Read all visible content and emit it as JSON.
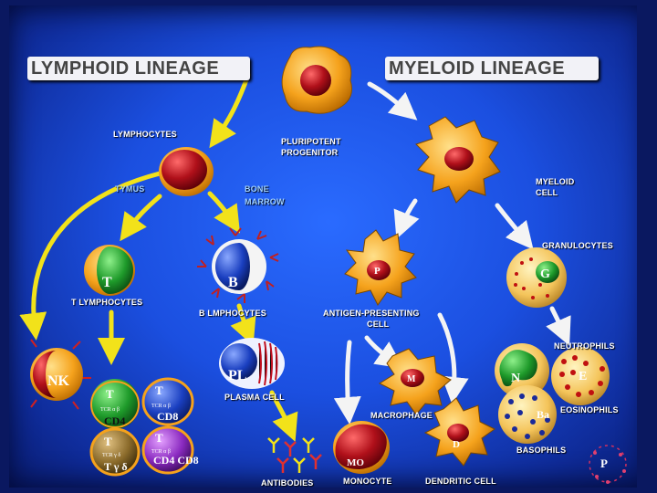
{
  "titles": {
    "lymphoid": "LYMPHOID LINEAGE",
    "myeloid": "MYELOID LINEAGE"
  },
  "labels": {
    "lymphocytes": "LYMPHOCYTES",
    "pluripotent_1": "PLURIPOTENT",
    "pluripotent_2": "PROGENITOR",
    "tymus": "TYMUS",
    "bone_1": "BONE",
    "bone_2": "MARROW",
    "myeloid_cell_1": "MYELOID",
    "myeloid_cell_2": "CELL",
    "granulocytes": "GRANULOCYTES",
    "t_lymphocytes": "T LYMPHOCYTES",
    "b_lymphocytes": "B LMPHOCYTES",
    "apc_1": "ANTIGEN-PRESENTING",
    "apc_2": "CELL",
    "neutrophils": "NEUTROPHILS",
    "plasma_cell": "PLASMA CELL",
    "macrophage": "MACROPHAGE",
    "eosinophils": "EOSINOPHILS",
    "basophils": "BASOPHILS",
    "antibodies": "ANTIBODIES",
    "monocyte": "MONOCYTE",
    "dendritic_cell": "DENDRITIC CELL"
  },
  "cell_letters": {
    "t": "T",
    "b": "B",
    "nk": "NK",
    "pl": "PL",
    "p": "P",
    "g": "G",
    "m": "M",
    "n": "N",
    "e": "E",
    "ba": "Ba",
    "mo": "MO",
    "d": "D",
    "p2": "P"
  },
  "t_subsets": {
    "cd4_t": "T",
    "cd4_tcr": "TCR α β",
    "cd4": "CD4",
    "cd8_t": "T",
    "cd8_tcr": "TCR α β",
    "cd8": "CD8",
    "gd_t": "T",
    "gd_tcr": "TCR γ δ",
    "gd": "T γ δ",
    "dn_t": "T",
    "dn_tcr": "TCR α β",
    "dn": "CD4 CD8"
  },
  "colors": {
    "background": "#1b4fe0",
    "arrow": "#f2e21a",
    "white_arrow": "#f4f4f4",
    "nucleus": "#b0101a",
    "cell_body": "#f5a21c"
  }
}
